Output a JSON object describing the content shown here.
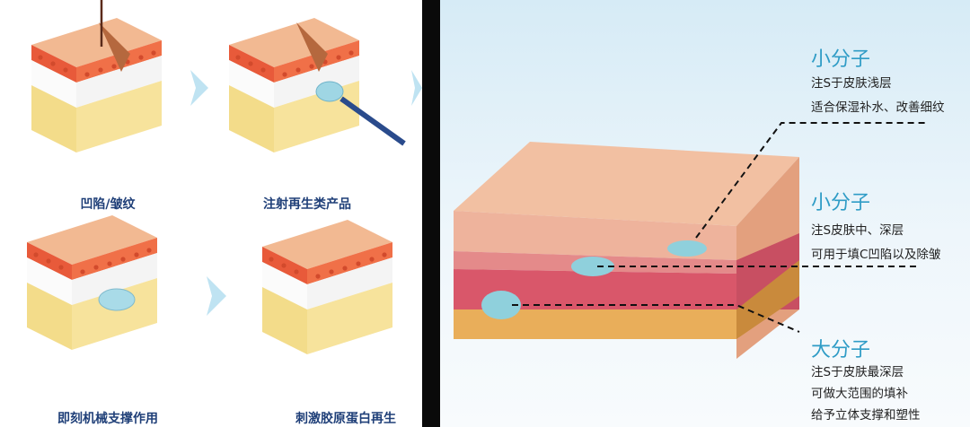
{
  "left_panel": {
    "steps": [
      {
        "label": "凹陷/皱纹"
      },
      {
        "label": "注射再生类产品"
      },
      {
        "label": "即刻机械支撑作用"
      },
      {
        "label": "刺激胶原蛋白再生"
      }
    ]
  },
  "right_panel": {
    "callouts": [
      {
        "title": "小分子",
        "lines": [
          "注S于皮肤浅层",
          "适合保湿补水、改善细纹"
        ]
      },
      {
        "title": "小分子",
        "lines": [
          "注S皮肤中、深层",
          "可用于填C凹陷以及除皱"
        ]
      },
      {
        "title": "大分子",
        "lines": [
          "注S于皮肤最深层",
          "可做大范围的填补",
          "给予立体支撑和塑性"
        ]
      }
    ]
  },
  "colors": {
    "accent": "#2f9cc6",
    "label": "#1f3f78",
    "divider": "#0a0a0a"
  }
}
